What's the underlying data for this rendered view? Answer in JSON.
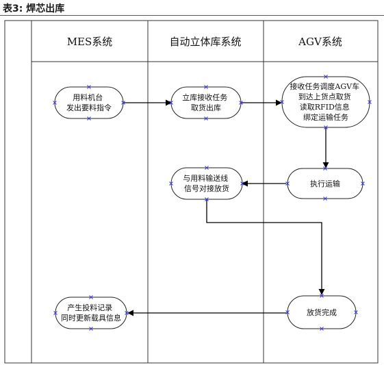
{
  "title": {
    "label": "表3:",
    "name": "焊芯出库"
  },
  "lanes": [
    "MES系统",
    "自动立体库系统",
    "AGV系统"
  ],
  "nodes": [
    {
      "id": "n1",
      "lines": [
        "用料机台",
        "发出要料指令"
      ]
    },
    {
      "id": "n2",
      "lines": [
        "立库接收任务",
        "取货出库"
      ]
    },
    {
      "id": "n3",
      "lines": [
        "接收任务调度AGV车",
        "到达上货点取货",
        "读取RFID信息",
        "绑定运输任务"
      ]
    },
    {
      "id": "n4",
      "lines": [
        "执行运输"
      ]
    },
    {
      "id": "n5",
      "lines": [
        "与用料输送线",
        "信号对接放货"
      ]
    },
    {
      "id": "n6",
      "lines": [
        "放货完成"
      ]
    },
    {
      "id": "n7",
      "lines": [
        "产生投料记录",
        "同时更新载具信息"
      ]
    }
  ],
  "colors": {
    "border": "#333333",
    "node_fill": "#ffffff",
    "marker": "#3a3adf"
  }
}
